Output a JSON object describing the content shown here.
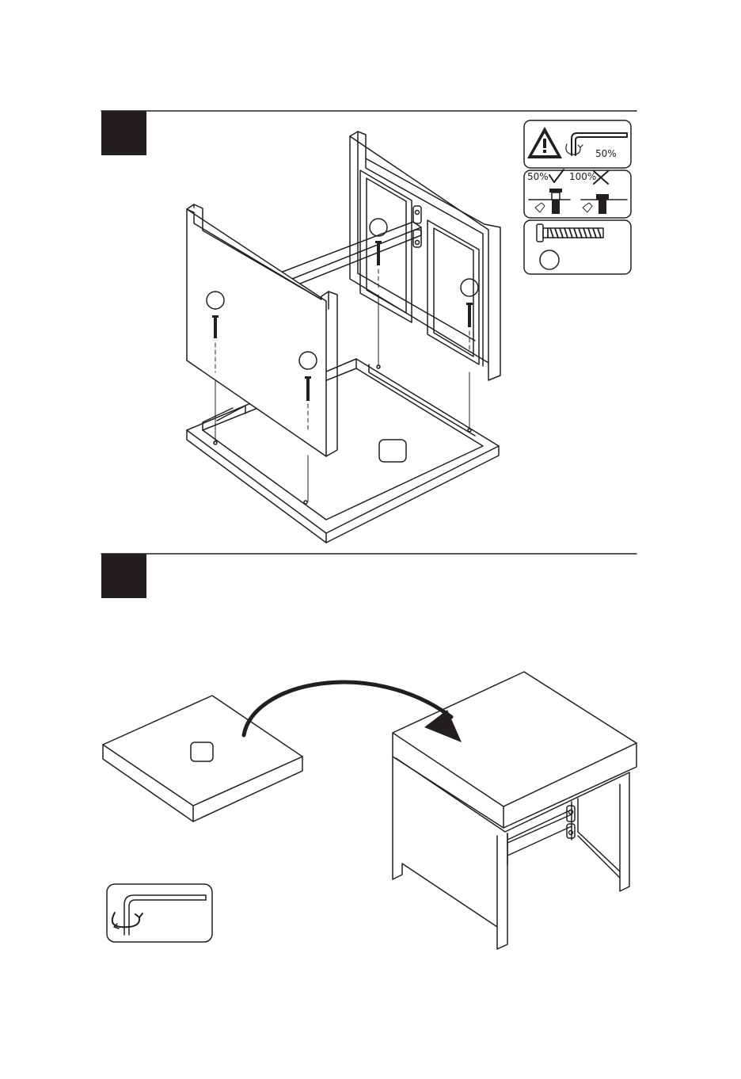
{
  "steps": [
    {
      "number": ""
    },
    {
      "number": ""
    }
  ],
  "torque_panel": {
    "warning_percent": "50%",
    "ok_percent": "50%",
    "bad_percent": "100%"
  },
  "icons": {
    "warning": "warning-triangle-icon",
    "allen_key": "allen-key-icon",
    "check": "check-icon",
    "cross": "cross-icon",
    "bolt": "bolt-icon"
  },
  "colors": {
    "ink": "#231f20",
    "paper": "#ffffff"
  }
}
